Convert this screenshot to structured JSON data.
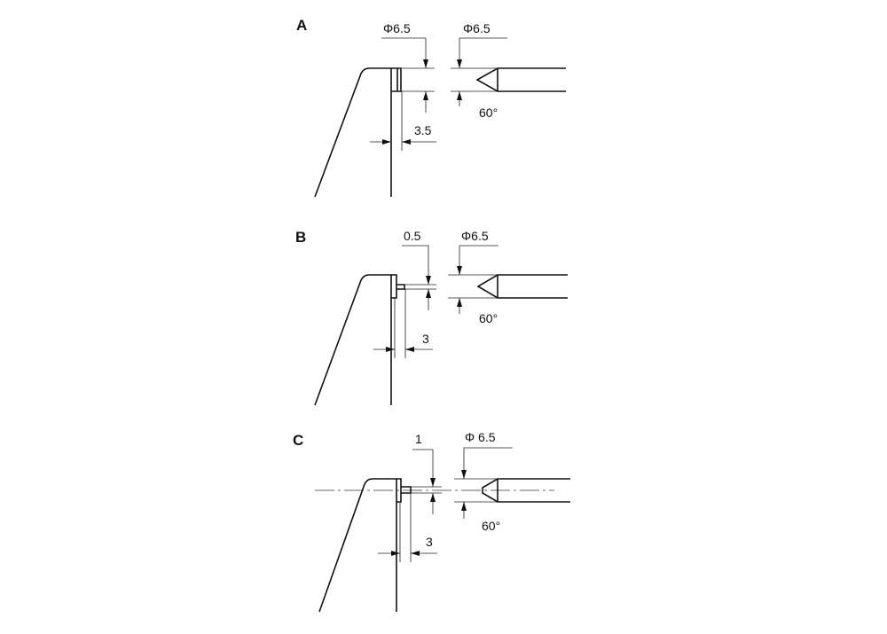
{
  "panels": [
    {
      "label": "A",
      "pin_dim": "Φ6.5",
      "offset_dim": "3.5",
      "tool_dim": "Φ6.5",
      "angle": "60°"
    },
    {
      "label": "B",
      "pin_dim": "0.5",
      "offset_dim": "3",
      "tool_dim": "Φ6.5",
      "angle": "60°"
    },
    {
      "label": "C",
      "pin_dim": "1",
      "offset_dim": "3",
      "tool_dim": "Φ 6.5",
      "angle": "60°"
    }
  ]
}
